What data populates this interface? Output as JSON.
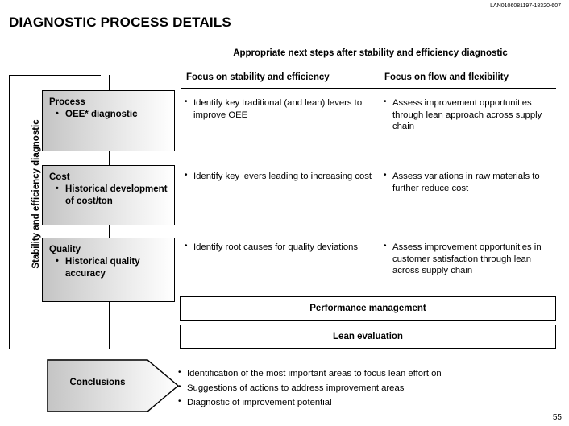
{
  "header": {
    "doc_code": "LAN0106081197-18320-607",
    "title": "DIAGNOSTIC PROCESS DETAILS"
  },
  "table": {
    "super_heading": "Appropriate next steps after stability and efficiency diagnostic",
    "column_headers": [
      "Focus on stability and efficiency",
      "Focus on flow and flexibility"
    ]
  },
  "left_frame": {
    "vertical_label": "Stability and efficiency diagnostic",
    "categories": [
      {
        "title": "Process",
        "bullets": [
          "OEE* diagnostic"
        ]
      },
      {
        "title": "Cost",
        "bullets": [
          "Historical development of cost/ton"
        ]
      },
      {
        "title": "Quality",
        "bullets": [
          "Historical quality accuracy"
        ]
      }
    ]
  },
  "rows": [
    {
      "stability_efficiency": [
        "Identify key traditional (and lean) levers to improve OEE"
      ],
      "flow_flexibility": [
        "Assess improvement opportunities through lean approach across supply chain"
      ]
    },
    {
      "stability_efficiency": [
        "Identify key levers leading to increasing cost"
      ],
      "flow_flexibility": [
        "Assess variations in raw materials to further reduce cost"
      ]
    },
    {
      "stability_efficiency": [
        "Identify root causes for quality deviations"
      ],
      "flow_flexibility": [
        "Assess improvement opportunities in customer satisfaction through lean across supply chain"
      ]
    }
  ],
  "bars": [
    "Performance management",
    "Lean evaluation"
  ],
  "conclusions": {
    "label": "Conclusions",
    "bullets": [
      "Identification of the most important areas to focus lean effort on",
      "Suggestions of actions to address improvement areas",
      "Diagnostic of improvement potential"
    ]
  },
  "footer": {
    "page_number": "55"
  },
  "colors": {
    "line": "#000000",
    "box_gradient_start": "#c4c4c4",
    "box_gradient_end": "#ffffff",
    "background": "#ffffff"
  }
}
